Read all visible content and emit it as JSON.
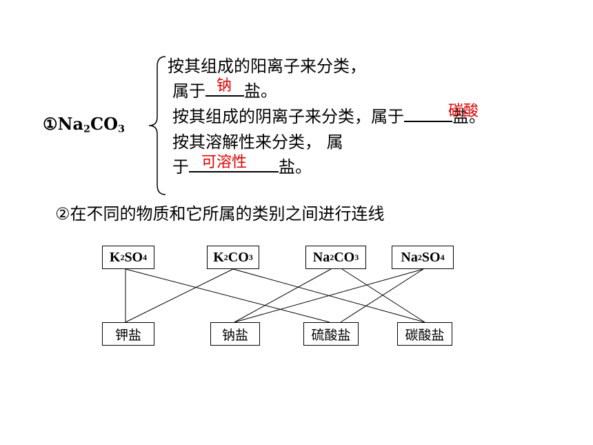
{
  "part1": {
    "label_num": "①",
    "formula": {
      "a": "Na",
      "a_sub": "2",
      "b": "CO",
      "b_sub": "3"
    },
    "line1": "按其组成的阳离子来分类，",
    "line2_pre": "属于",
    "line2_post": "盐。",
    "line2_answer": "钠",
    "line3_pre": "按其组成的阴离子来分类，属于",
    "line3_post": "盐。",
    "line3_answer": "碳酸",
    "line4": "按其溶解性来分类，  属",
    "line5_pre": "于",
    "line5_post": "盐。",
    "line5_answer": "可溶性"
  },
  "part2": {
    "title": "②在不同的物质和它所属的类别之间进行连线",
    "substances": [
      {
        "a": "K",
        "a_sub": "2",
        "b": "SO",
        "b_sub": "4"
      },
      {
        "a": "K",
        "a_sub": "2",
        "b": "CO",
        "b_sub": "3"
      },
      {
        "a": "Na",
        "a_sub": "2",
        "b": "CO",
        "b_sub": "3"
      },
      {
        "a": "Na",
        "a_sub": "2",
        "b": "SO",
        "b_sub": "4"
      }
    ],
    "categories": [
      "钾盐",
      "钠盐",
      "硫酸盐",
      "碳酸盐"
    ],
    "links": [
      [
        0,
        0
      ],
      [
        0,
        2
      ],
      [
        1,
        0
      ],
      [
        1,
        3
      ],
      [
        2,
        1
      ],
      [
        2,
        3
      ],
      [
        3,
        1
      ],
      [
        3,
        2
      ]
    ]
  }
}
